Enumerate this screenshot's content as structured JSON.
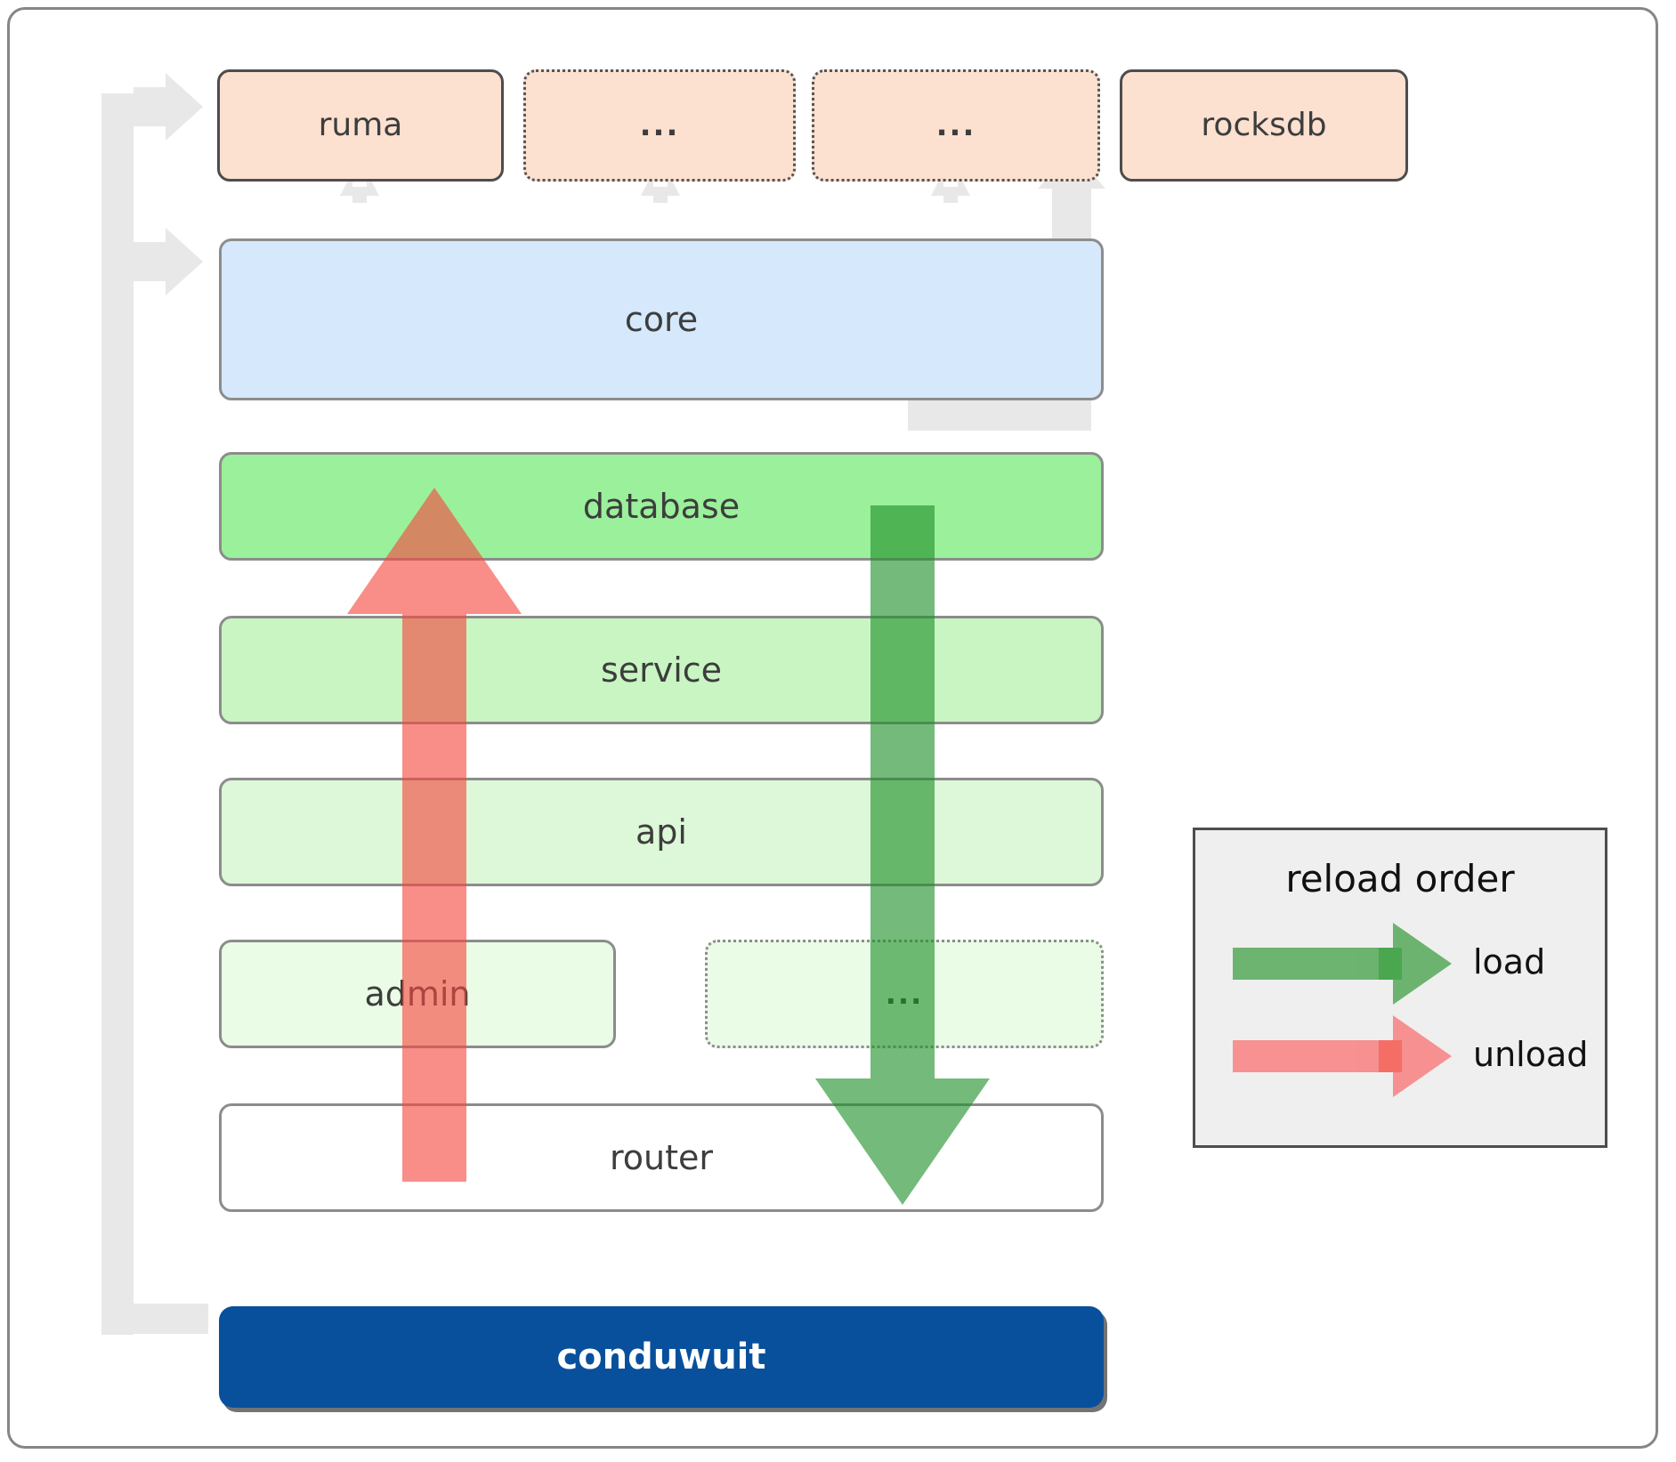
{
  "diagram": {
    "title": "conduwuit crate layering and reload order",
    "colors": {
      "frame_border": "#868686",
      "crate_fill": "#FCE0D0",
      "crate_border": "#4d4d4d",
      "core_fill": "#D6E8FB",
      "database_fill": "#9BF09B",
      "service_fill": "#C9F5C3",
      "api_fill": "#DDF8D8",
      "admin_fill": "#EAFBE6",
      "router_fill": "#FFFFFF",
      "binary_fill": "#08509C",
      "binary_text": "#FFFFFF",
      "connector": "#E8E8E8",
      "load_arrow": "#56A95A",
      "unload_arrow": "#F98080",
      "legend_fill": "#EFEFEF",
      "legend_border": "#4d4d4d",
      "layer_border": "#8c8c8c"
    },
    "top_row": [
      {
        "label": "ruma",
        "style": "solid"
      },
      {
        "label": "...",
        "style": "dotted"
      },
      {
        "label": "...",
        "style": "dotted"
      },
      {
        "label": "rocksdb",
        "style": "solid"
      }
    ],
    "layers": [
      {
        "label": "core",
        "fill_key": "core_fill",
        "style": "solid"
      },
      {
        "label": "database",
        "fill_key": "database_fill",
        "style": "solid"
      },
      {
        "label": "service",
        "fill_key": "service_fill",
        "style": "solid"
      },
      {
        "label": "api",
        "fill_key": "api_fill",
        "style": "solid"
      },
      {
        "label": "admin",
        "fill_key": "admin_fill",
        "style": "solid"
      },
      {
        "label": "...",
        "fill_key": "admin_fill",
        "style": "dotted"
      },
      {
        "label": "router",
        "fill_key": "router_fill",
        "style": "solid"
      }
    ],
    "binary": {
      "label": "conduwuit"
    },
    "legend": {
      "title": "reload order",
      "entries": [
        {
          "label": "load",
          "color_key": "load_arrow",
          "direction": "right"
        },
        {
          "label": "unload",
          "color_key": "unload_arrow",
          "direction": "right"
        }
      ]
    },
    "overlay_arrows": [
      {
        "name": "unload-arrow",
        "label": "unload",
        "direction": "up",
        "color_key": "unload_arrow"
      },
      {
        "name": "load-arrow",
        "label": "load",
        "direction": "down",
        "color_key": "load_arrow"
      }
    ]
  }
}
